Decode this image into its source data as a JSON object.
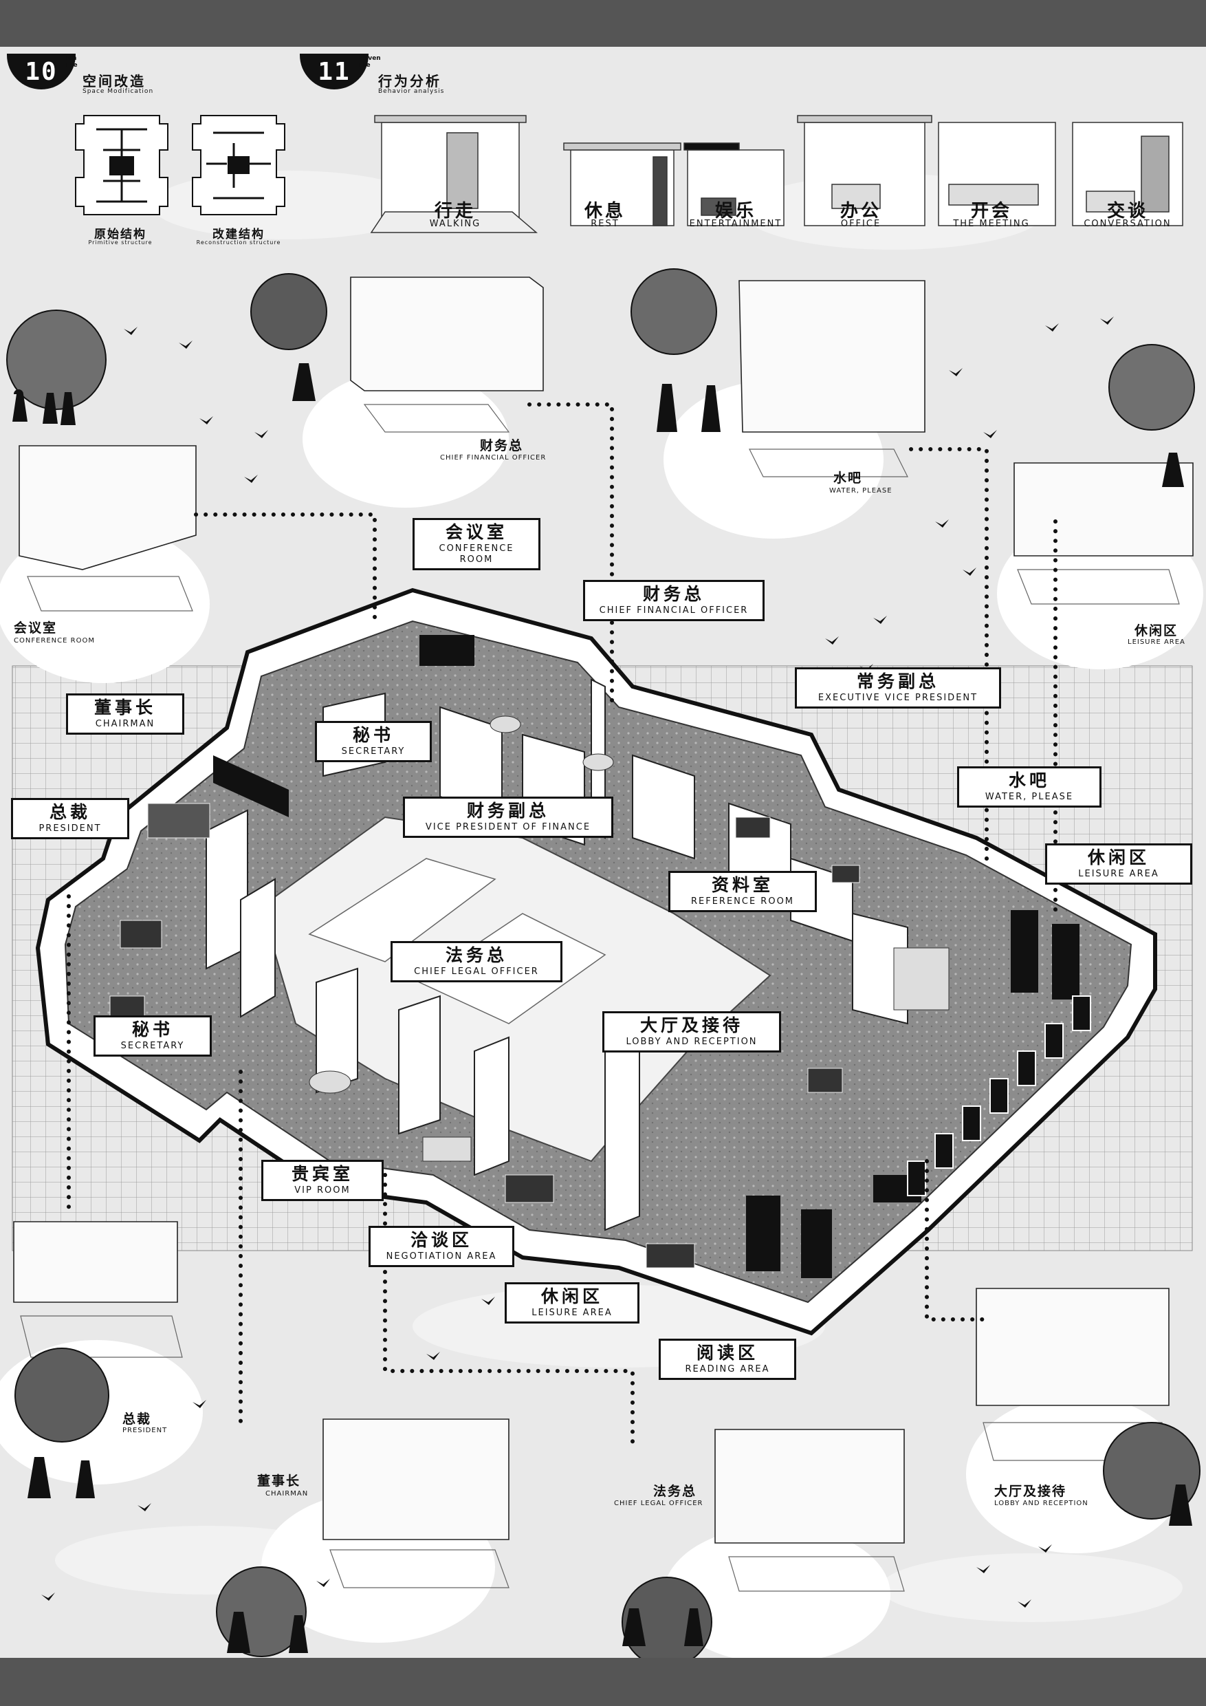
{
  "sections": {
    "s10": {
      "number": "10",
      "num_en_top": "Ten",
      "num_en_bottom": "The",
      "title_cn": "空间改造",
      "title_en": "Space Modification"
    },
    "s11": {
      "number": "11",
      "num_en_top": "Eleven",
      "num_en_bottom": "The",
      "title_cn": "行为分析",
      "title_en": "Behavior analysis"
    }
  },
  "structures": {
    "original": {
      "cn": "原始结构",
      "en": "Primitive structure"
    },
    "rebuilt": {
      "cn": "改建结构",
      "en": "Reconstruction structure"
    }
  },
  "behaviors": [
    {
      "cn": "行走",
      "en": "WALKING"
    },
    {
      "cn": "休息",
      "en": "REST"
    },
    {
      "cn": "娱乐",
      "en": "ENTERTAINMENT"
    },
    {
      "cn": "办公",
      "en": "OFFICE"
    },
    {
      "cn": "开会",
      "en": "THE MEETING"
    },
    {
      "cn": "交谈",
      "en": "CONVERSATION"
    }
  ],
  "labels": {
    "conference": {
      "cn": "会议室",
      "en": "CONFERENCE ROOM"
    },
    "cfo": {
      "cn": "财务总",
      "en": "CHIEF FINANCIAL OFFICER"
    },
    "evp": {
      "cn": "常务副总",
      "en": "EXECUTIVE VICE PRESIDENT"
    },
    "chairman": {
      "cn": "董事长",
      "en": "CHAIRMAN"
    },
    "secretary_top": {
      "cn": "秘书",
      "en": "SECRETARY"
    },
    "water": {
      "cn": "水吧",
      "en": "WATER, PLEASE"
    },
    "president": {
      "cn": "总裁",
      "en": "PRESIDENT"
    },
    "vp_finance": {
      "cn": "财务副总",
      "en": "VICE PRESIDENT OF FINANCE"
    },
    "leisure_right": {
      "cn": "休闲区",
      "en": "LEISURE AREA"
    },
    "reference": {
      "cn": "资料室",
      "en": "REFERENCE ROOM"
    },
    "legal": {
      "cn": "法务总",
      "en": "CHIEF LEGAL OFFICER"
    },
    "secretary_left": {
      "cn": "秘书",
      "en": "SECRETARY"
    },
    "lobby": {
      "cn": "大厅及接待",
      "en": "LOBBY AND RECEPTION"
    },
    "vip": {
      "cn": "贵宾室",
      "en": "VIP ROOM"
    },
    "negotiation": {
      "cn": "洽谈区",
      "en": "NEGOTIATION AREA"
    },
    "leisure_bottom": {
      "cn": "休闲区",
      "en": "LEISURE AREA"
    },
    "reading": {
      "cn": "阅读区",
      "en": "READING AREA"
    }
  },
  "vignettes": {
    "cfo": {
      "cn": "财务总",
      "en": "CHIEF FINANCIAL OFFICER"
    },
    "water": {
      "cn": "水吧",
      "en": "WATER, PLEASE"
    },
    "conference": {
      "cn": "会议室",
      "en": "CONFERENCE ROOM"
    },
    "leisure": {
      "cn": "休闲区",
      "en": "LEISURE AREA"
    },
    "president": {
      "cn": "总裁",
      "en": "PRESIDENT"
    },
    "chairman": {
      "cn": "董事长",
      "en": "CHAIRMAN"
    },
    "legal": {
      "cn": "法务总",
      "en": "CHIEF LEGAL OFFICER"
    },
    "lobby": {
      "cn": "大厅及接待",
      "en": "LOBBY AND RECEPTION"
    }
  },
  "colors": {
    "frame": "#555555",
    "paper": "#e9e9e9",
    "ink": "#111111",
    "wall": "#ffffff",
    "floor": "#8a8a8a"
  }
}
